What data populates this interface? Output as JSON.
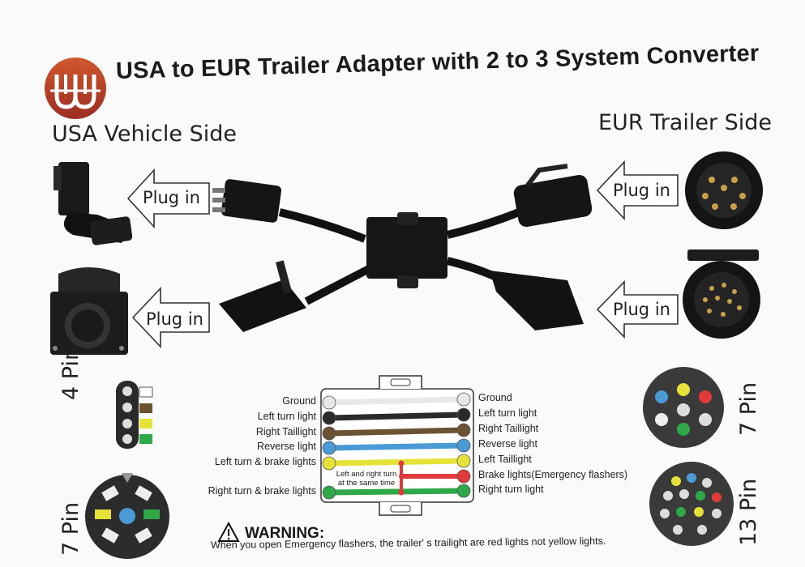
{
  "header": {
    "title": "USA to EUR Trailer Adapter with 2 to 3 System Converter",
    "logo_icon": "ww-brand-logo",
    "logo_color": "#b5432a"
  },
  "sides": {
    "left": "USA Vehicle Side",
    "right": "EUR Trailer Side"
  },
  "arrows": {
    "usa_4pin": "Plug in",
    "usa_7pin": "Plug in",
    "eur_7pin": "Plug in",
    "eur_13pin": "Plug in"
  },
  "wiring": {
    "left": [
      {
        "label": "Ground",
        "color": "#e8e8e8"
      },
      {
        "label": "Left turn light",
        "color": "#2a2a2a"
      },
      {
        "label": "Right Taillight",
        "color": "#6b5233"
      },
      {
        "label": "Reverse light",
        "color": "#4a9ad6"
      },
      {
        "label": "Left turn & brake lights",
        "color": "#e6e23a"
      },
      {
        "label": "Right turn & brake lights",
        "color": "#2fa84a"
      }
    ],
    "right": [
      {
        "label": "Ground",
        "color": "#e8e8e8"
      },
      {
        "label": "Left turn light",
        "color": "#2a2a2a"
      },
      {
        "label": "Right Taillight",
        "color": "#6b5233"
      },
      {
        "label": "Reverse light",
        "color": "#4a9ad6"
      },
      {
        "label": "Left Taillight",
        "color": "#e6e23a"
      },
      {
        "label": "Brake lights(Emergency flashers)",
        "color": "#e23a3a"
      },
      {
        "label": "Right turn light",
        "color": "#2fa84a"
      }
    ],
    "note": "Left and right turn at the same time"
  },
  "pinouts": {
    "usa_4pin": "4 Pin",
    "usa_7pin": "7 Pin",
    "eur_7pin": "7 Pin",
    "eur_13pin": "13 Pin"
  },
  "warning": {
    "title": "WARNING:",
    "text": "When you open Emergency flashers, the trailer' s trailight are red lights not yellow lights.",
    "icon": "warning-triangle-icon"
  }
}
